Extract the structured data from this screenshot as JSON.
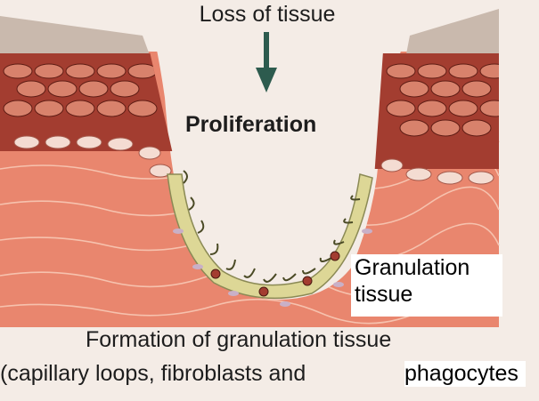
{
  "diagram": {
    "labels": {
      "top": "Loss of tissue",
      "middle": "Proliferation",
      "callout_line1": "Granulation",
      "callout_line2": "tissue"
    },
    "caption": {
      "line1": "Formation of granulation tissue",
      "line2": "(capillary loops, fibroblasts and",
      "line2_end": "phagocytes"
    },
    "colors": {
      "dermis": "#e9866e",
      "epidermis_dark": "#a33d30",
      "granulation": "#ddd796",
      "arrow": "#2d5b4e"
    }
  }
}
